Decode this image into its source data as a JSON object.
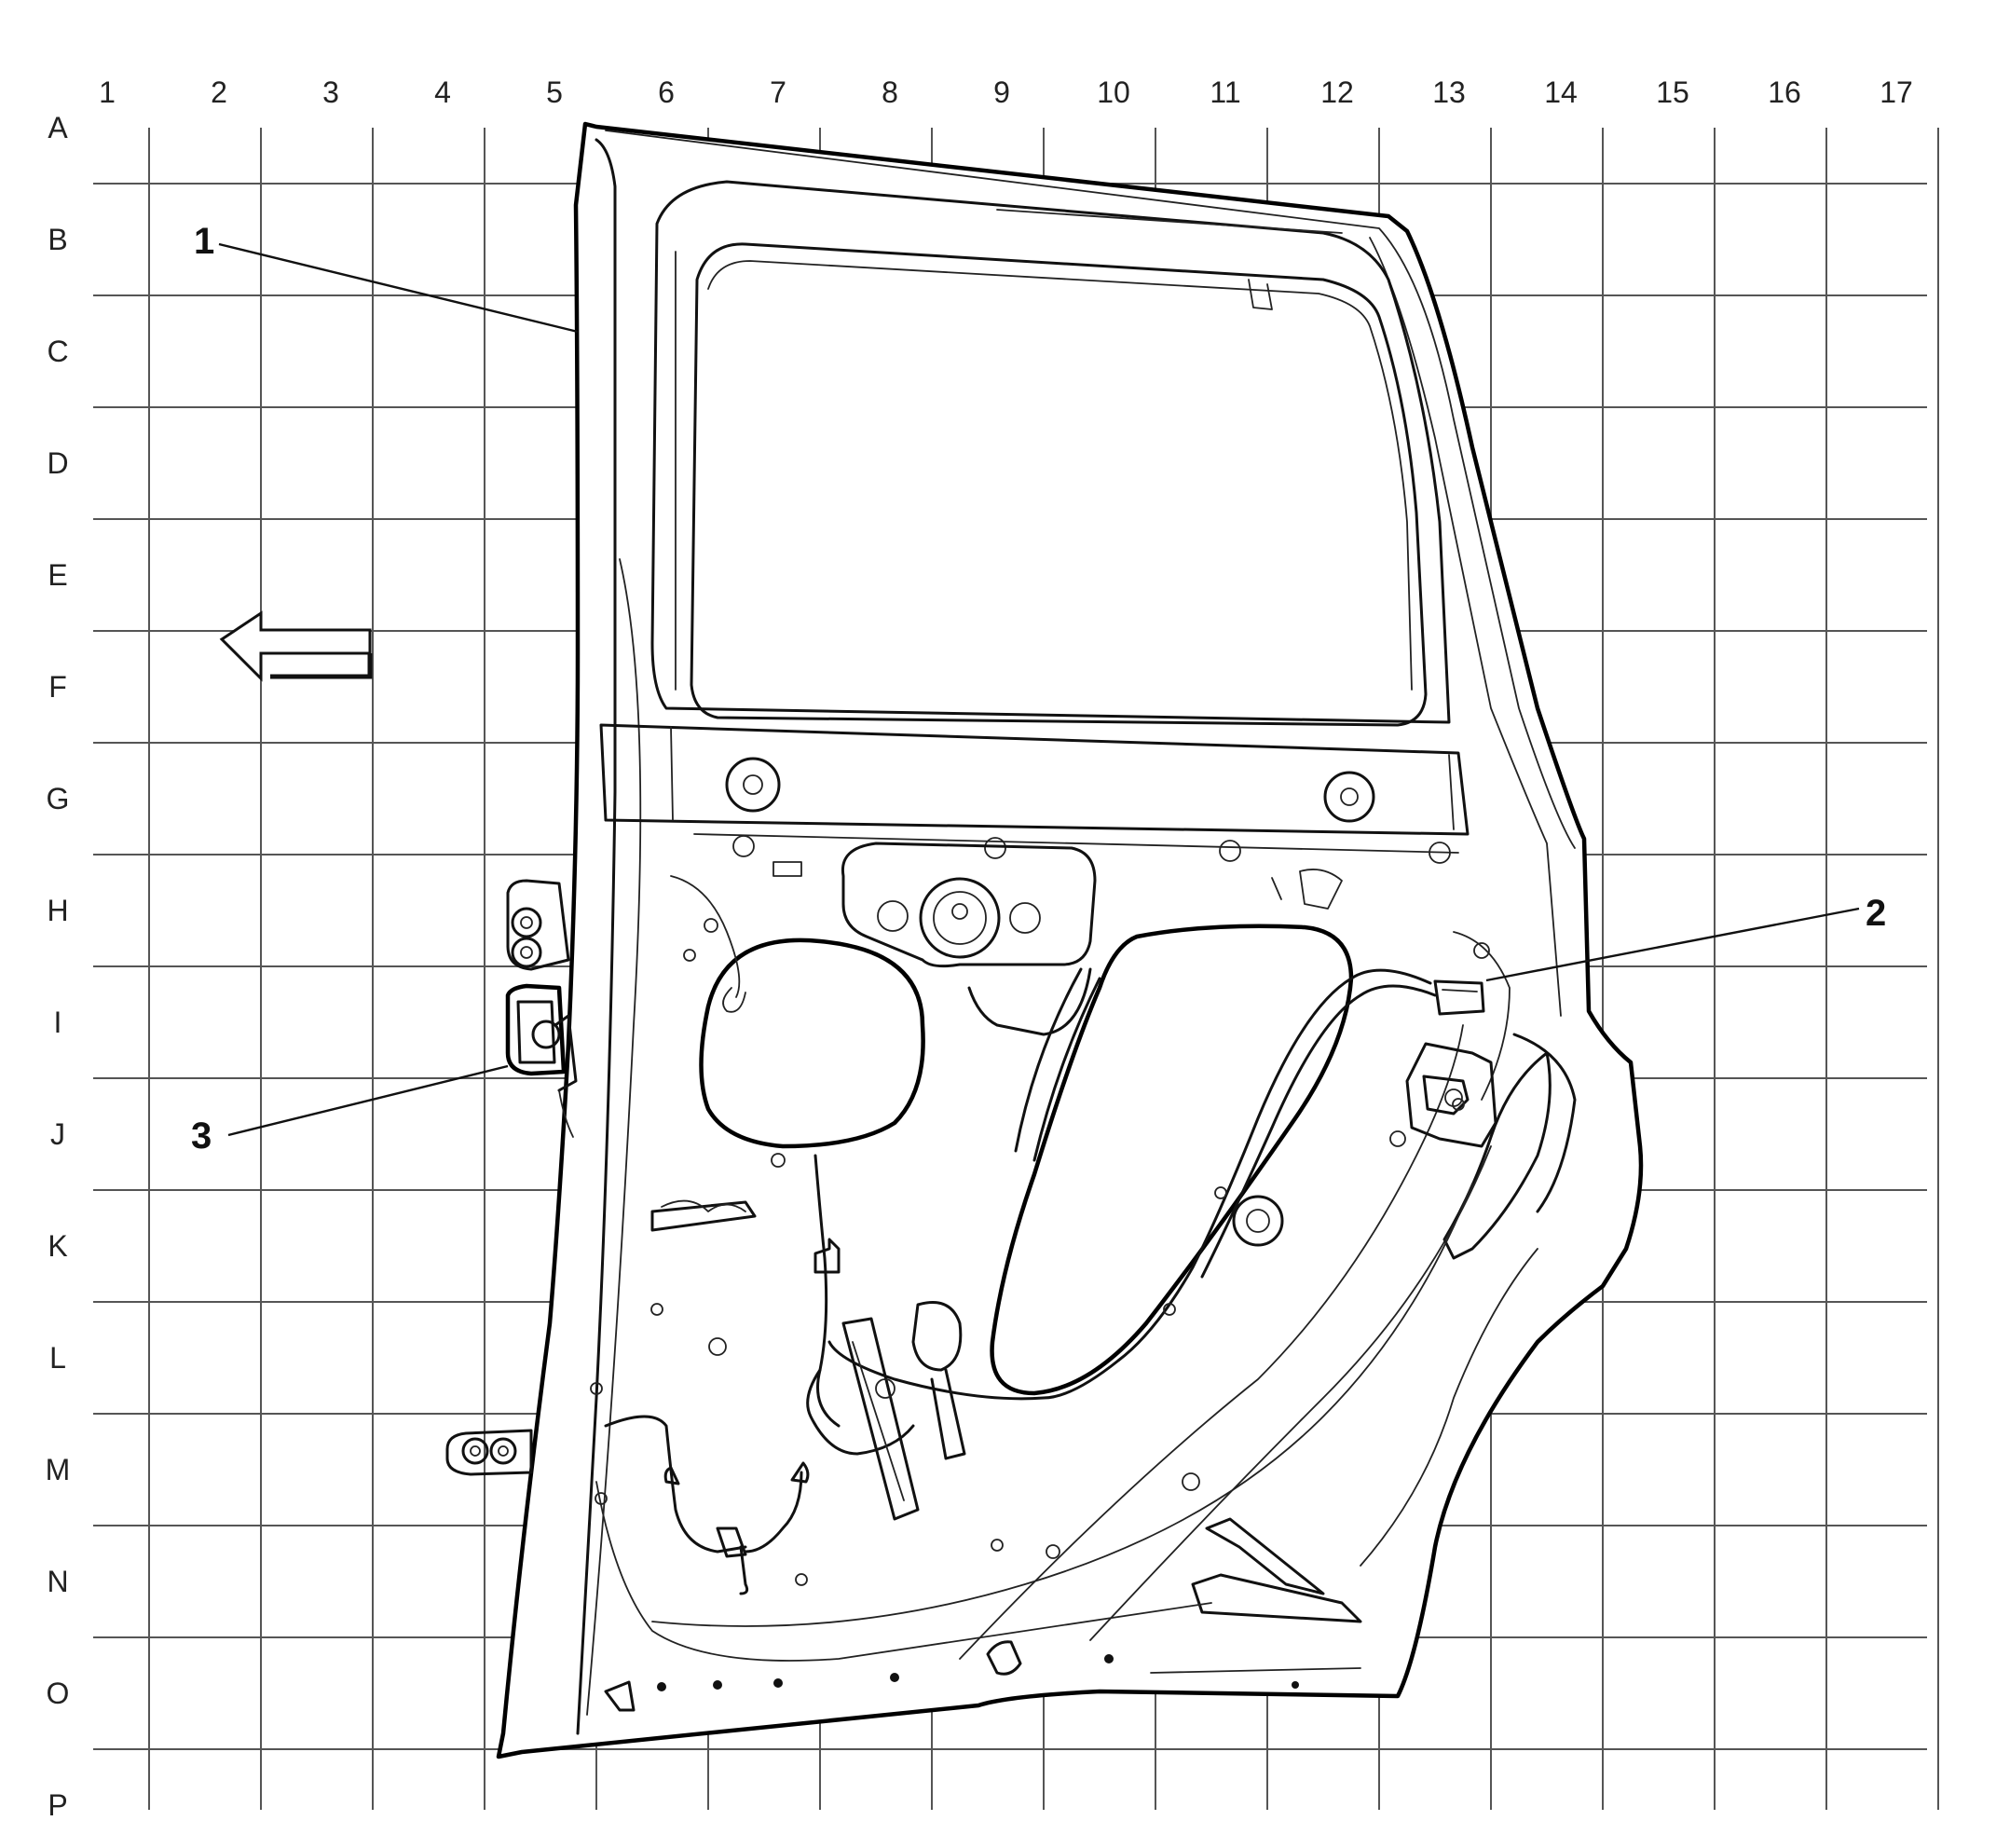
{
  "grid": {
    "columns": [
      "1",
      "2",
      "3",
      "4",
      "5",
      "6",
      "7",
      "8",
      "9",
      "10",
      "11",
      "12",
      "13",
      "14",
      "15",
      "16",
      "17"
    ],
    "rows": [
      "A",
      "B",
      "C",
      "D",
      "E",
      "F",
      "G",
      "H",
      "I",
      "J",
      "K",
      "L",
      "M",
      "N",
      "O",
      "P"
    ]
  },
  "callouts": [
    {
      "id": "1",
      "label": "1"
    },
    {
      "id": "2",
      "label": "2"
    },
    {
      "id": "3",
      "label": "3"
    }
  ]
}
